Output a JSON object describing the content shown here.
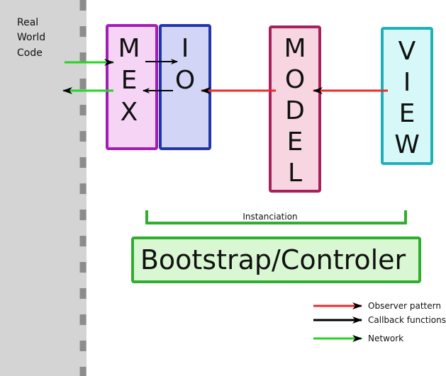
{
  "real_world": {
    "lines": [
      "Real",
      "World",
      "Code"
    ]
  },
  "boxes": {
    "mex": {
      "letters": [
        "M",
        "E",
        "X"
      ],
      "border": "#a21db7",
      "fill": "#f5d4f5"
    },
    "io": {
      "letters": [
        "I",
        "O"
      ],
      "border": "#2236ab",
      "fill": "#d2d5f5"
    },
    "model": {
      "letters": [
        "M",
        "O",
        "D",
        "E",
        "L"
      ],
      "border": "#a8215a",
      "fill": "#f8d6e1"
    },
    "view": {
      "letters": [
        "V",
        "I",
        "E",
        "W"
      ],
      "border": "#1fb1b6",
      "fill": "#d7f8f8"
    }
  },
  "instanciation": {
    "label": "Instanciation"
  },
  "bootstrap": {
    "label": "Bootstrap/Controler",
    "border": "#2fae2f",
    "fill": "#d9f7d3"
  },
  "legend": {
    "observer": {
      "label": "Observer pattern",
      "color": "#ec2b2b"
    },
    "callback": {
      "label": "Callback functions",
      "color": "#000000"
    },
    "network": {
      "label": "Network",
      "color": "#22d622"
    }
  }
}
